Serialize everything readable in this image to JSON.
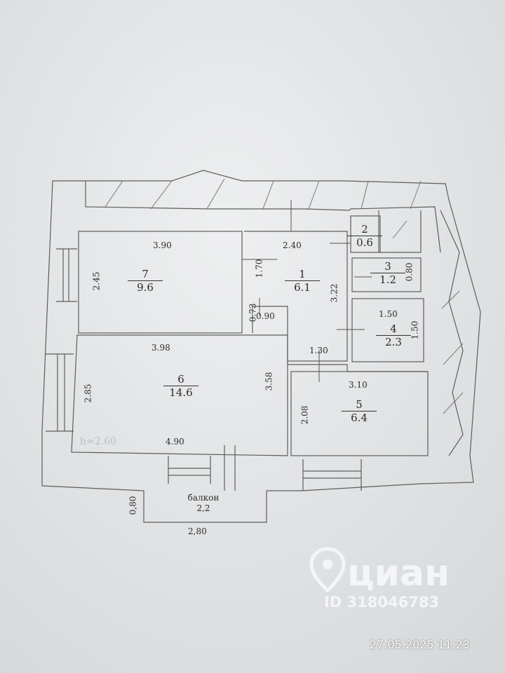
{
  "rooms": [
    {
      "id": "7",
      "number": "7",
      "area": "9.6"
    },
    {
      "id": "1",
      "number": "1",
      "area": "6.1"
    },
    {
      "id": "2",
      "number": "2",
      "area": "0.6"
    },
    {
      "id": "3",
      "number": "3",
      "area": "1.2"
    },
    {
      "id": "4",
      "number": "4",
      "area": "2.3"
    },
    {
      "id": "6",
      "number": "6",
      "area": "14.6"
    },
    {
      "id": "5",
      "number": "5",
      "area": "6.4"
    }
  ],
  "dimensions": {
    "d_390": "3.90",
    "d_245": "2.45",
    "d_240": "2.40",
    "d_170": "1.70",
    "d_322": "3.22",
    "d_073": "0.73",
    "d_090": "0.90",
    "d_080": "0.80",
    "d_150a": "1.50",
    "d_150b": "1.50",
    "d_398": "3.98",
    "d_130": "1.30",
    "d_358": "3.58",
    "d_285": "2.85",
    "d_310": "3.10",
    "d_208": "2.08",
    "d_490": "4.90",
    "d_080b": "0,80",
    "d_280": "2,80"
  },
  "ceiling_height": "h=2.60",
  "balcony": {
    "label": "балкон",
    "area": "2,2"
  },
  "watermark": {
    "brand": "циан",
    "id": "ID 318046783"
  },
  "timestamp": "27.05.2025 11:23",
  "colors": {
    "paper": "#e6e7e8",
    "line": "#5a5a5a",
    "hatch": "#777777"
  }
}
